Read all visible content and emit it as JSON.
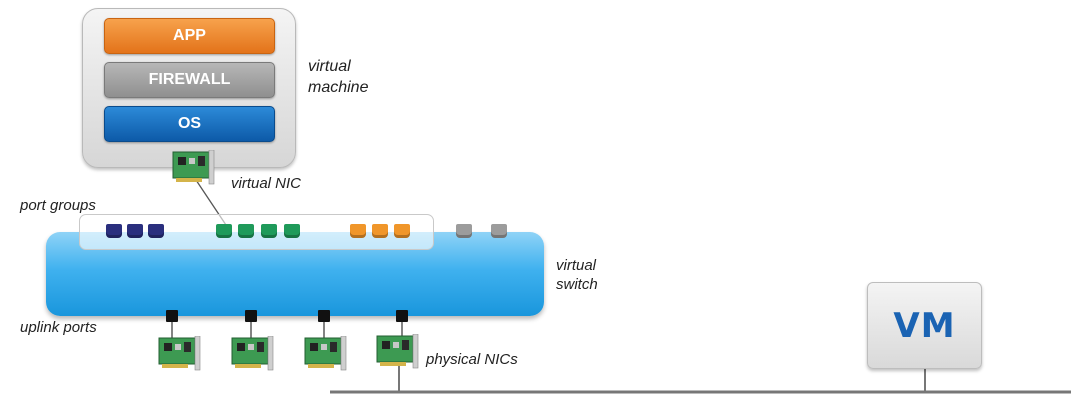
{
  "virtual_machine": {
    "layers": {
      "app": "APP",
      "firewall": "FIREWALL",
      "os": "OS"
    },
    "label_line1": "virtual",
    "label_line2": "machine"
  },
  "labels": {
    "virtual_nic": "virtual NIC",
    "port_groups": "port groups",
    "virtual_switch_line1": "virtual",
    "virtual_switch_line2": "switch",
    "uplink_ports": "uplink ports",
    "physical_nics": "physical NICs"
  },
  "vm_box": {
    "text": "VM"
  },
  "colors": {
    "app": "#e3731a",
    "firewall": "#9a9a9a",
    "os": "#0d5aa8",
    "switch": "#3fb1ef",
    "port_group_1": "#2a2f7e",
    "port_group_2": "#1f9a5a",
    "port_group_3": "#f0962a",
    "port_group_4": "#9c9c9c",
    "vm_text": "#1a63b3"
  },
  "icons": [
    "nic-card-icon",
    "port-icon",
    "uplink-port-icon"
  ]
}
